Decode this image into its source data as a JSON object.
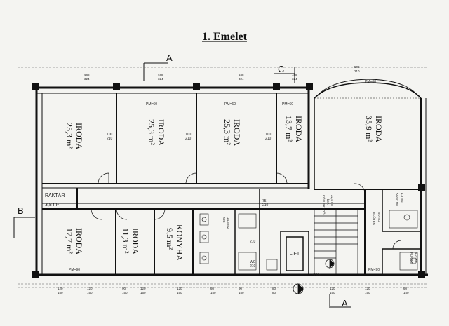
{
  "title": "1. Emelet",
  "section_marks": {
    "a_top": "A",
    "a_bottom": "A",
    "b": "B",
    "c": "C"
  },
  "rooms": {
    "iroda1_name": "IRODA",
    "iroda1_area": "25,3 m²",
    "iroda2_name": "IRODA",
    "iroda2_area": "25,3 m²",
    "iroda3_name": "IRODA",
    "iroda3_area": "25,3 m²",
    "iroda4_name": "IRODA",
    "iroda4_area": "13,7 m²",
    "iroda5_name": "IRODA",
    "iroda5_area": "35,9 m²",
    "raktar_name": "RAKTÁR",
    "raktar_area": "3,8 m²",
    "iroda6_name": "IRODA",
    "iroda6_area": "17,7 m²",
    "iroda7_name": "IRODA",
    "iroda7_area": "11,3 m²",
    "konyha1_name": "KONYHA",
    "konyha1_area": "9,5 m²",
    "kozlekedo_name": "KÖZLEKEDŐ",
    "kozlekedo_sub": "kov.",
    "kozlekedo_area": "32,4 m2",
    "konyha2_name": "KONYHA",
    "konyha2_area": "4,6 m2",
    "eloter_name": "ELŐTÉR",
    "eloter_area": "9,7 m2",
    "furdo_name": "FÜRDŐ",
    "furdo_area": "4,7 m2",
    "wc_name": "WC",
    "wc_area": "14,6 m2",
    "lift": "LIFT"
  },
  "annotations": {
    "pm60": "PM=60",
    "pm90": "PM=90",
    "door_100_210": "100\n210",
    "door_75_210": "75\n210",
    "kt_210": "210",
    "wc_210": "WC\n210",
    "window_488_324": "488\n324",
    "window_188_324": "188\n324",
    "window_500_210": "500\n210",
    "bottom_120_150": "120\n150",
    "bottom_90_150": "90\n150",
    "bottom_60_150": "60\n150",
    "bottom_80_80": "80\n80",
    "level": "-0,05"
  }
}
